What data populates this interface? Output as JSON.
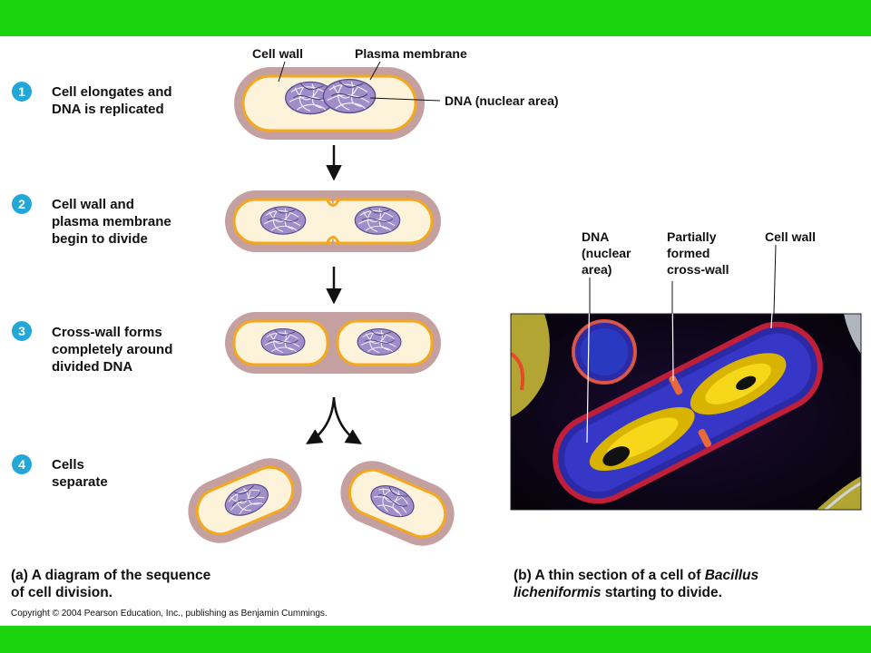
{
  "colors": {
    "band": "#1bd40d",
    "step_circle": "#22a8d6",
    "cell_wall": "#c4a0a0",
    "membrane": "#f5a81c",
    "cytoplasm": "#fdf3da",
    "dna": "#9f8ec9"
  },
  "steps": [
    {
      "number": "1",
      "text": "Cell elongates and\nDNA is replicated"
    },
    {
      "number": "2",
      "text": "Cell wall and\nplasma membrane\nbegin to divide"
    },
    {
      "number": "3",
      "text": "Cross-wall forms\ncompletely around\ndivided DNA"
    },
    {
      "number": "4",
      "text": "Cells\nseparate"
    }
  ],
  "diagram_labels": {
    "cell_wall": "Cell wall",
    "plasma_membrane": "Plasma membrane",
    "dna": "DNA (nuclear area)"
  },
  "micrograph_labels": {
    "dna": "DNA\n(nuclear\narea)",
    "cross_wall": "Partially\nformed\ncross-wall",
    "cell_wall": "Cell wall"
  },
  "captions": {
    "a_prefix": "(a)",
    "a_text": "A diagram of the sequence\nof cell division.",
    "b_prefix": "(b)",
    "b_text_1": "A thin section of a cell of ",
    "b_species_1": "Bacillus",
    "b_species_2": "licheniformis",
    "b_text_2": " starting to divide."
  },
  "copyright": "Copyright © 2004 Pearson Education, Inc., publishing as Benjamin Cummings."
}
